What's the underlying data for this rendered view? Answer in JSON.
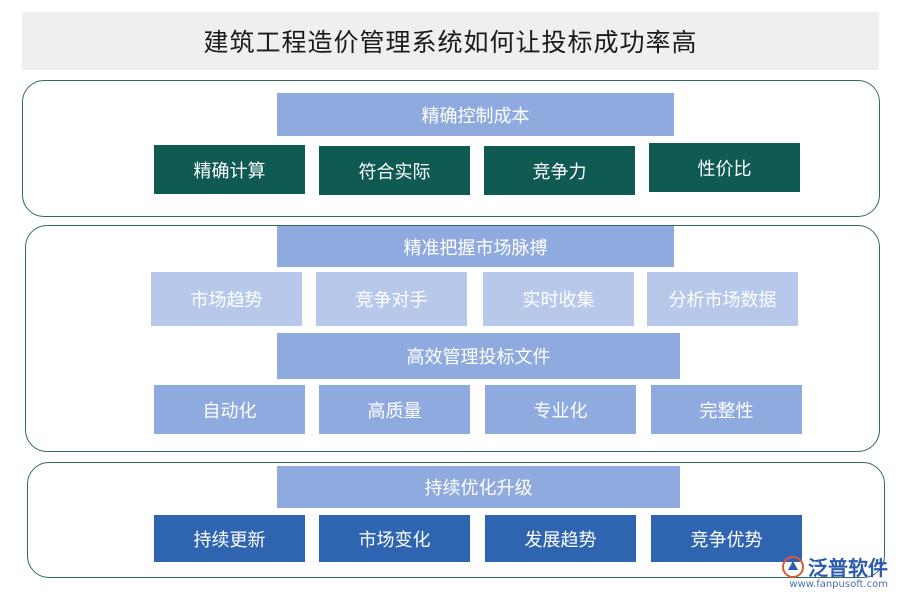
{
  "title": "建筑工程造价管理系统如何让投标成功率高",
  "sections": [
    {
      "header": "精确控制成本",
      "items": [
        "精确计算",
        "符合实际",
        "竞争力",
        "性价比"
      ]
    },
    {
      "header": "精准把握市场脉搏",
      "items": [
        "市场趋势",
        "竞争对手",
        "实时收集",
        "分析市场数据"
      ],
      "sub_header": "高效管理投标文件",
      "sub_items": [
        "自动化",
        "高质量",
        "专业化",
        "完整性"
      ]
    },
    {
      "header": "持续优化升级",
      "items": [
        "持续更新",
        "市场变化",
        "发展趋势",
        "竞争优势"
      ]
    }
  ],
  "watermark": {
    "name": "泛普软件",
    "url": "www.fanpusoft.com"
  },
  "colors": {
    "border": "#2f6b60",
    "header": "#8eaadf",
    "dark_teal": "#0f5a52",
    "light_blue": "#b7c8ea",
    "medium_blue": "#8eaadf",
    "royal_blue": "#2e64b0"
  }
}
